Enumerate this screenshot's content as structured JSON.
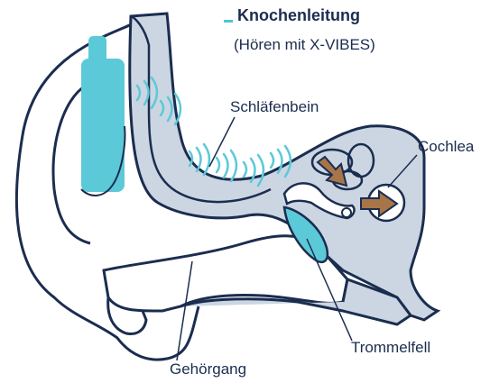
{
  "colors": {
    "outline": "#1b2d4f",
    "bone_fill": "#cbd6e2",
    "device": "#5cc9d8",
    "vibration": "#5cc9d8",
    "arrow": "#a87548",
    "eardrum": "#5cc9d8",
    "background": "#ffffff"
  },
  "legend": {
    "title": "Knochenleitung",
    "subtitle": "(Hören mit X-VIBES)"
  },
  "labels": {
    "schlaefenbein": "Schläfenbein",
    "cochlea": "Cochlea",
    "trommelfell": "Trommelfell",
    "gehoergang": "Gehörgang"
  },
  "icons": {
    "device": "bone-conduction-device-icon",
    "vibration": "sound-wave-icon",
    "arrows": "vibration-arrow-icon"
  }
}
